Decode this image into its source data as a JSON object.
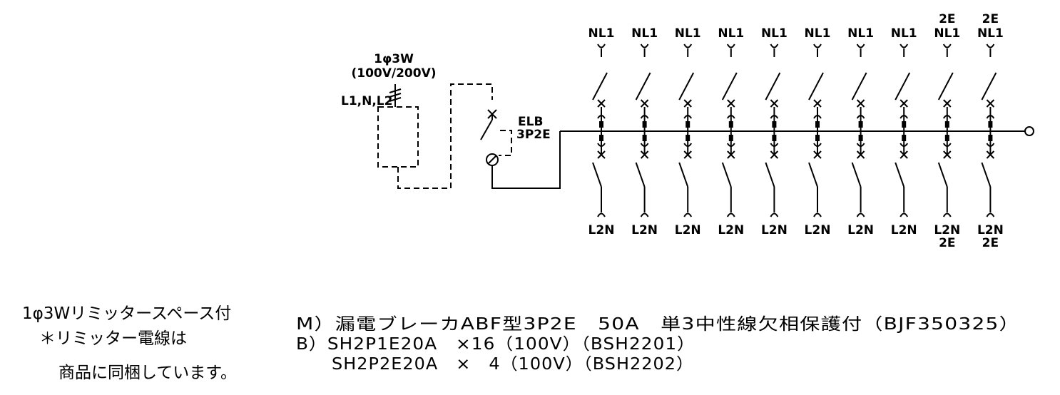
{
  "supply": {
    "phase_label": "1φ3W",
    "voltage_label": "(100V/200V)",
    "lines_label": "L1,N,L2"
  },
  "main_breaker": {
    "label_line1": "ELB",
    "label_line2": "3P2E"
  },
  "branch_circuits": [
    {
      "top_label": "NL1",
      "top_label2": "",
      "bottom_label": "L2N",
      "bottom_label2": ""
    },
    {
      "top_label": "NL1",
      "top_label2": "",
      "bottom_label": "L2N",
      "bottom_label2": ""
    },
    {
      "top_label": "NL1",
      "top_label2": "",
      "bottom_label": "L2N",
      "bottom_label2": ""
    },
    {
      "top_label": "NL1",
      "top_label2": "",
      "bottom_label": "L2N",
      "bottom_label2": ""
    },
    {
      "top_label": "NL1",
      "top_label2": "",
      "bottom_label": "L2N",
      "bottom_label2": ""
    },
    {
      "top_label": "NL1",
      "top_label2": "",
      "bottom_label": "L2N",
      "bottom_label2": ""
    },
    {
      "top_label": "NL1",
      "top_label2": "",
      "bottom_label": "L2N",
      "bottom_label2": ""
    },
    {
      "top_label": "NL1",
      "top_label2": "",
      "bottom_label": "L2N",
      "bottom_label2": ""
    },
    {
      "top_label": "NL1",
      "top_label2": "2E",
      "bottom_label": "L2N",
      "bottom_label2": "2E"
    },
    {
      "top_label": "NL1",
      "top_label2": "2E",
      "bottom_label": "L2N",
      "bottom_label2": "2E"
    }
  ],
  "notes": {
    "line1": "1φ3Wリミッタースペース付",
    "line2": "＊リミッター電線は",
    "line3": "商品に同梱しています。"
  },
  "specs": {
    "line1": "M）漏電ブレーカABF型3P2E　50A　単3中性線欠相保護付（BJF350325）",
    "line2": "B）SH2P1E20A　×16（100V）（BSH2201）",
    "line3": "SH2P2E20A　×　4（100V）（BSH2202）"
  }
}
